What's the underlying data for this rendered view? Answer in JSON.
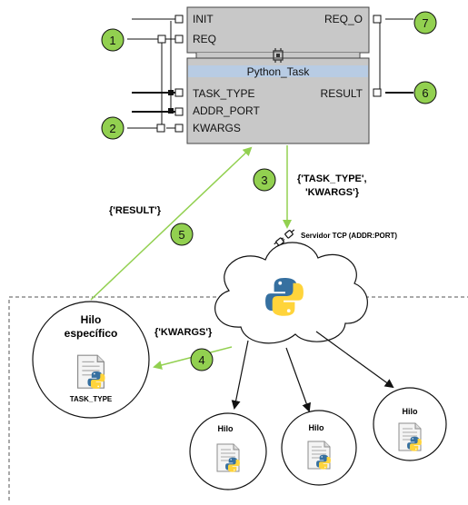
{
  "fb": {
    "inputs": {
      "init": "INIT",
      "req": "REQ",
      "task_type": "TASK_TYPE",
      "addr_port": "ADDR_PORT",
      "kwargs": "KWARGS"
    },
    "outputs": {
      "req_o": "REQ_O",
      "result": "RESULT"
    },
    "type_name": "Python_Task"
  },
  "markers": [
    "1",
    "2",
    "3",
    "4",
    "5",
    "6",
    "7"
  ],
  "labels": {
    "task_type_kwargs_line1": "{'TASK_TYPE',",
    "task_type_kwargs_line2": "'KWARGS'}",
    "result": "{'RESULT'}",
    "server": "Servidor TCP (ADDR:PORT)",
    "kwargs": "{'KWARGS'}"
  },
  "threads": {
    "specific_line1": "Hilo",
    "specific_line2": "específico",
    "specific_file": "TASK_TYPE",
    "hilo": "Hilo"
  },
  "colors": {
    "marker_fill": "#92d050",
    "green_arrow": "#92d050",
    "fb_fill": "#c8c8c8",
    "band": "#b8cce4",
    "python_blue": "#3670a0",
    "python_yellow": "#ffd43b"
  }
}
